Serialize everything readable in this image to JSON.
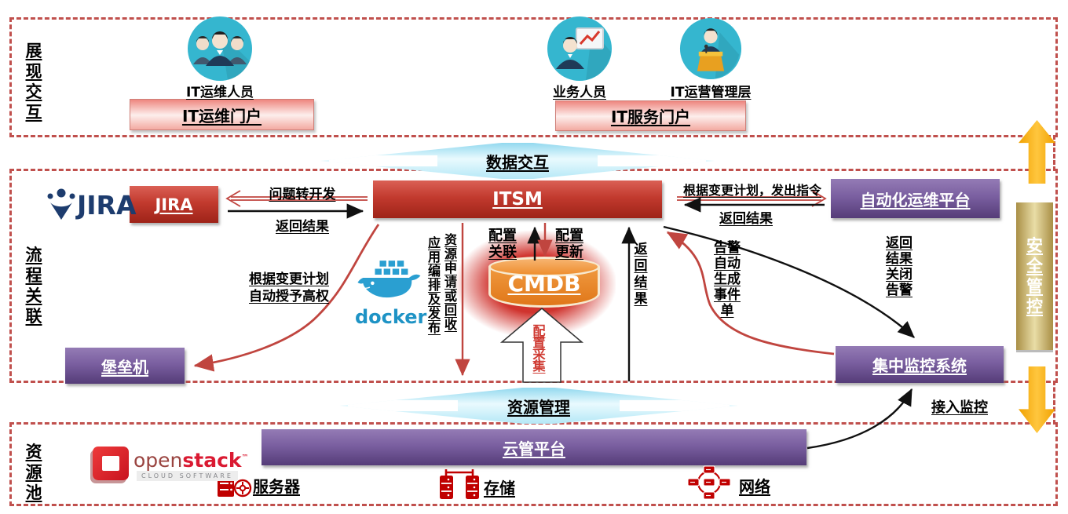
{
  "sections": {
    "display": {
      "label": "展现交互"
    },
    "process": {
      "label": "流程关联"
    },
    "resource_pool": {
      "label": "资源池"
    }
  },
  "actors": {
    "it_ops": "IT运维人员",
    "business": "业务人员",
    "it_mgmt": "IT运营管理层"
  },
  "portals": {
    "ops_portal": "IT运维门户",
    "service_portal": "IT服务门户"
  },
  "connectors": {
    "data_exchange": "数据交互",
    "resource_mgmt": "资源管理"
  },
  "nodes": {
    "jira": "JIRA",
    "itsm": "ITSM",
    "auto_ops": "自动化运维平台",
    "cmdb": "CMDB",
    "bastion": "堡垒机",
    "monitor": "集中监控系统",
    "cloud_platform": "云管平台",
    "security": "安全管控"
  },
  "flows": {
    "issue_to_dev": "问题转开发",
    "return_result_jira": "返回结果",
    "change_plan_cmd": "根据变更计划，发出指令",
    "return_result_auto": "返回结果",
    "config_link": "配置关联",
    "config_update": "配置更新",
    "app_orchestration": "应用编排及发布",
    "resource_request": "资源申请或回收",
    "return_result_center": "返回结果",
    "config_collect": "配置采集",
    "change_plan_line1": "根据变更计划",
    "change_plan_line2": "自动授予高权",
    "alarm_ticket": "告警自动生成事件单",
    "return_close_alarm": "返回结果关闭告警",
    "access_monitor": "接入监控"
  },
  "logos": {
    "jira_wordmark": "JIRA",
    "docker_wordmark": "docker",
    "openstack_open": "open",
    "openstack_stack": "stack",
    "openstack_tm": "™",
    "openstack_sub": "CLOUD SOFTWARE"
  },
  "resources": {
    "server": "服务器",
    "storage": "存储",
    "network": "网络"
  },
  "colors": {
    "border_red": "#c0504d",
    "box_red": "#bf3b32",
    "box_purple": "#7a5fa0",
    "banner_pink": "#f2938d",
    "cyan_arrow": "#cdeef9",
    "teal_icon": "#35b6cf",
    "orange_arrow": "#fbb300",
    "gold_bar": "#c3ab5e",
    "cmdb_orange": "#ee8a2a",
    "resource_icon_red": "#c00000",
    "docker_blue": "#2396c8",
    "openstack_red": "#da1a32",
    "jira_navy": "#1d3c6e"
  }
}
